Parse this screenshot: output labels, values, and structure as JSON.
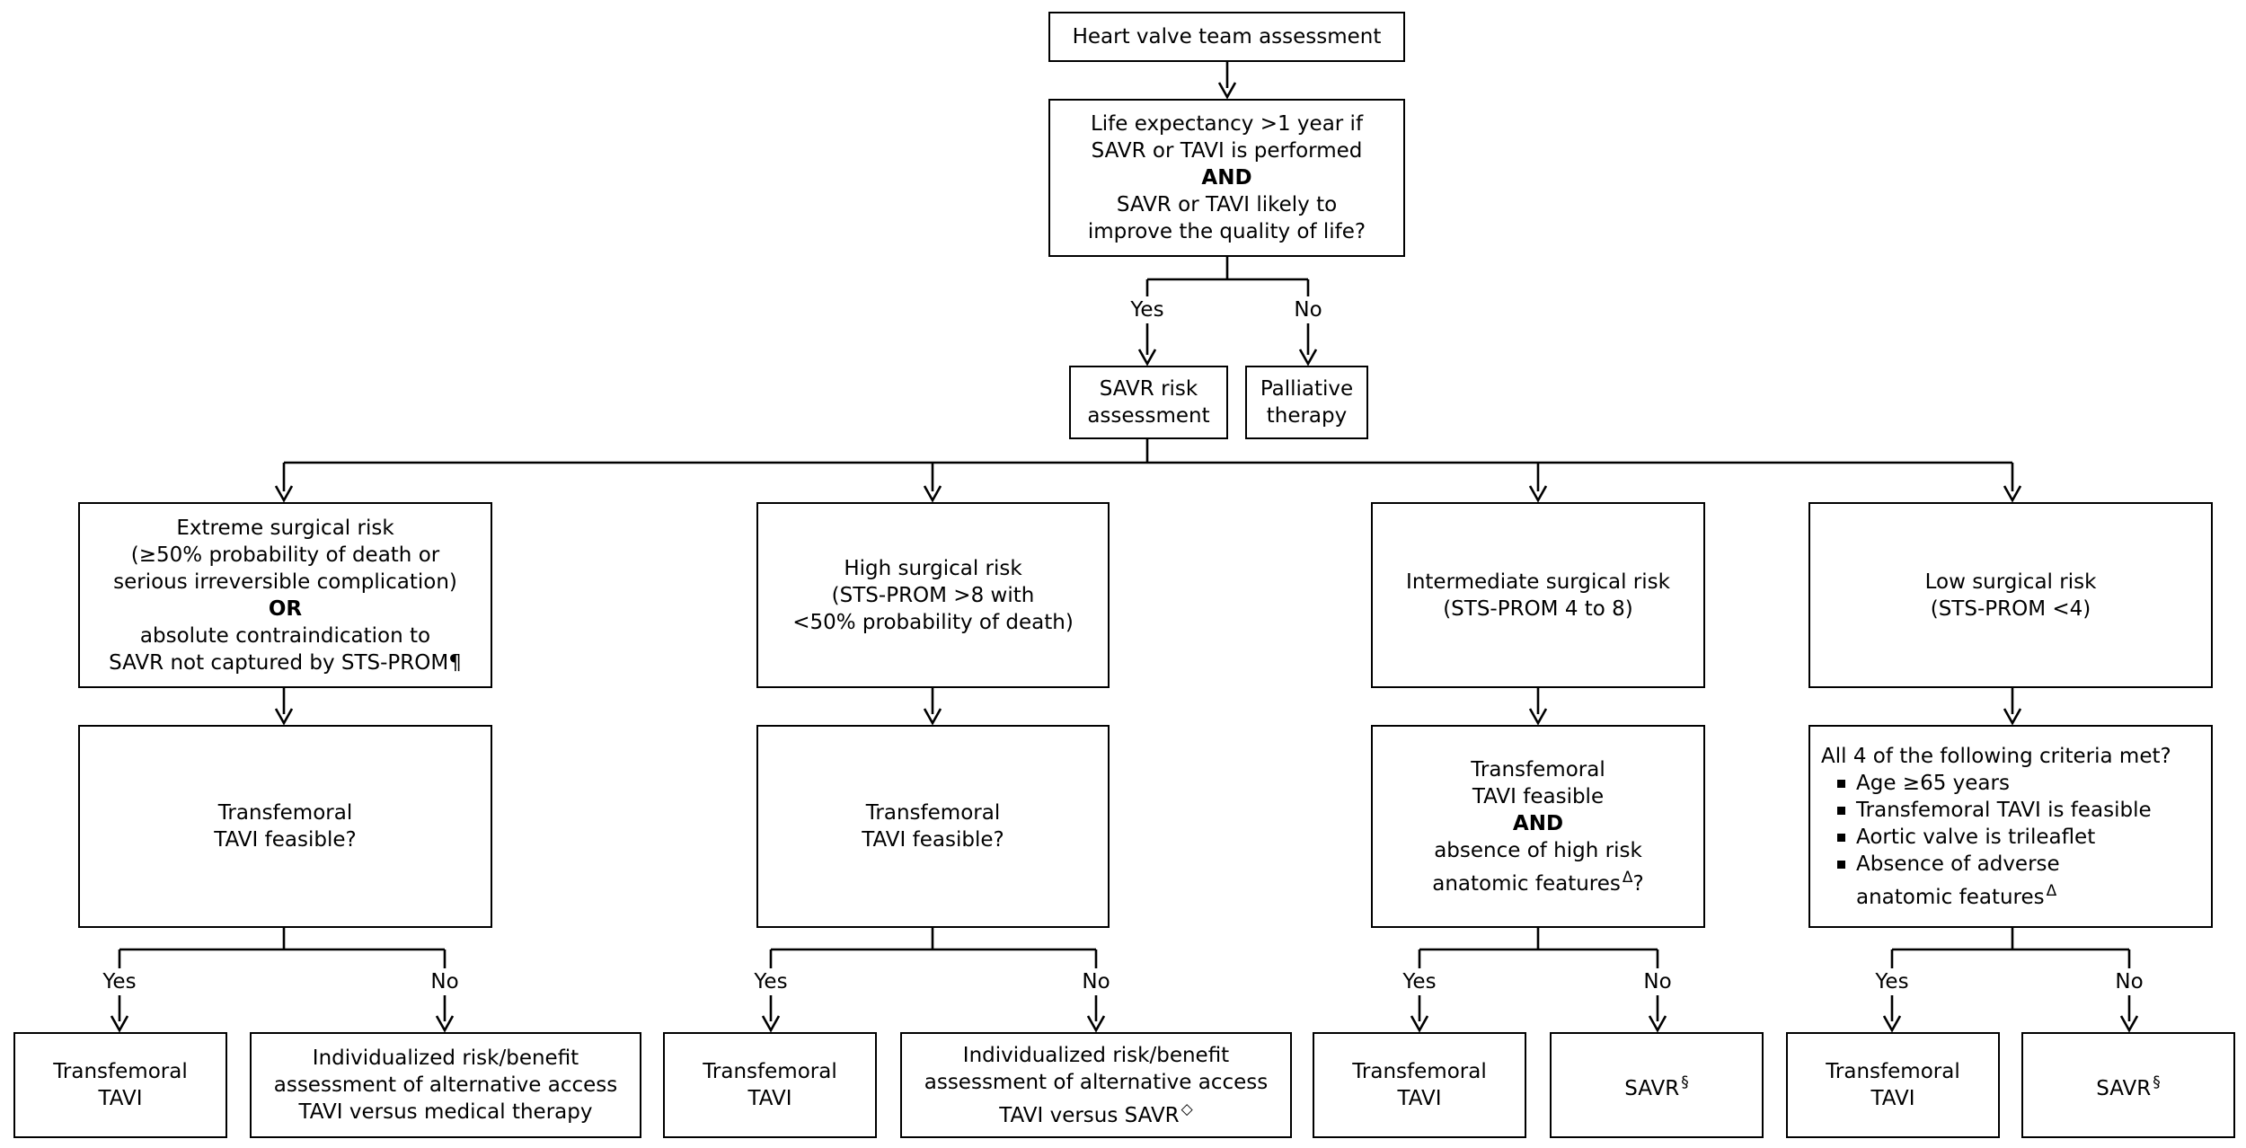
{
  "nodes": {
    "team_assessment": {
      "lines": [
        "Heart valve team assessment"
      ]
    },
    "life_expectancy": {
      "lines": [
        "Life expectancy >1 year if",
        "SAVR or TAVI is performed",
        "AND",
        "SAVR or TAVI likely to",
        "improve the quality of life?"
      ]
    },
    "savr_risk": {
      "lines": [
        "SAVR risk",
        "assessment"
      ]
    },
    "palliative": {
      "lines": [
        "Palliative",
        "therapy"
      ]
    },
    "extreme_risk": {
      "lines": [
        "Extreme surgical risk",
        "(≥50% probability of death or",
        "serious irreversible complication)",
        "OR",
        "absolute contraindication to",
        "SAVR not captured by STS-PROM"
      ],
      "footnote_mark": "¶"
    },
    "high_risk": {
      "lines": [
        "High surgical risk",
        "(STS-PROM >8 with",
        "<50% probability of death)"
      ]
    },
    "intermediate_risk": {
      "lines": [
        "Intermediate surgical risk",
        "(STS-PROM 4 to 8)"
      ]
    },
    "low_risk": {
      "lines": [
        "Low surgical risk",
        "(STS-PROM <4)"
      ]
    },
    "extreme_question": {
      "lines": [
        "Transfemoral",
        "TAVI feasible?"
      ]
    },
    "high_question": {
      "lines": [
        "Transfemoral",
        "TAVI feasible?"
      ]
    },
    "intermediate_question": {
      "lines": [
        "Transfemoral",
        "TAVI feasible",
        "AND",
        "absence of high risk"
      ],
      "last_line": "anatomic features",
      "footnote_mark": "Δ",
      "last_suffix": "?"
    },
    "low_question": {
      "heading": "All 4 of the following criteria met?",
      "criteria": [
        "Age ≥65 years",
        "Transfemoral TAVI is feasible",
        "Aortic valve is trileaflet",
        "Absence of adverse"
      ],
      "criteria_last_line": "anatomic features",
      "footnote_mark": "Δ"
    },
    "extreme_yes": {
      "lines": [
        "Transfemoral",
        "TAVI"
      ]
    },
    "extreme_no": {
      "lines": [
        "Individualized risk/benefit",
        "assessment of alternative access",
        "TAVI versus medical therapy"
      ]
    },
    "high_yes": {
      "lines": [
        "Transfemoral",
        "TAVI"
      ]
    },
    "high_no": {
      "lines": [
        "Individualized risk/benefit",
        "assessment of alternative access",
        "TAVI versus SAVR"
      ],
      "footnote_mark": "◇"
    },
    "intermediate_yes": {
      "lines": [
        "Transfemoral",
        "TAVI"
      ]
    },
    "intermediate_no": {
      "text": "SAVR",
      "footnote_mark": "§"
    },
    "low_yes": {
      "lines": [
        "Transfemoral",
        "TAVI"
      ]
    },
    "low_no": {
      "text": "SAVR",
      "footnote_mark": "§"
    }
  },
  "branch_labels": {
    "yes": "Yes",
    "no": "No"
  }
}
